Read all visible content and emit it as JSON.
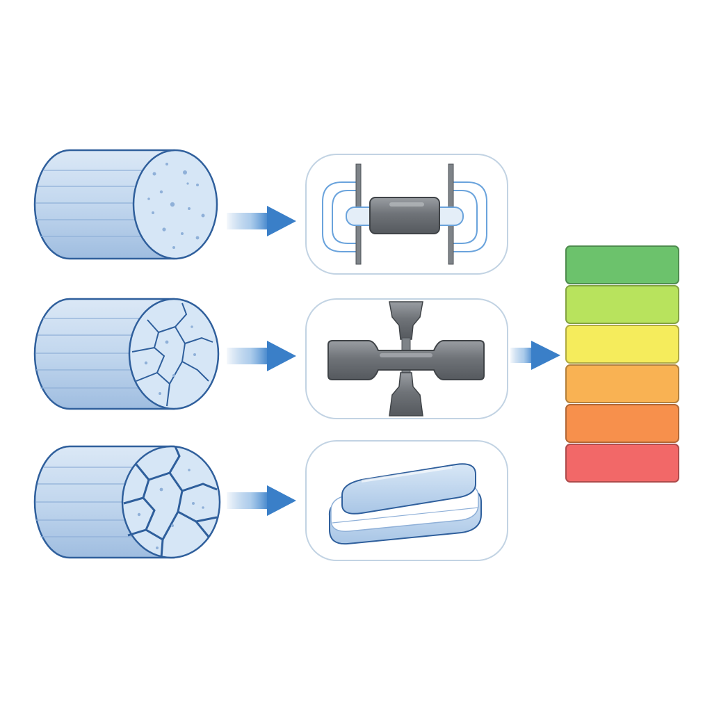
{
  "diagram": {
    "samples": [
      {
        "id": "sample-intact",
        "crack_level": "none"
      },
      {
        "id": "sample-cracked",
        "crack_level": "moderate"
      },
      {
        "id": "sample-heavily-cracked",
        "crack_level": "severe"
      }
    ],
    "tests": [
      {
        "id": "test-rig",
        "icon": "test-fixture-icon"
      },
      {
        "id": "tensile-specimen",
        "icon": "dogbone-specimen-icon"
      },
      {
        "id": "laminated-slab",
        "icon": "layered-slab-icon"
      }
    ],
    "scale": {
      "levels": 6,
      "colors": [
        "#6cc26c",
        "#b8e35d",
        "#f5ec5c",
        "#f9b253",
        "#f7904c",
        "#f26868"
      ]
    },
    "colors": {
      "accent": "#3a7fc8",
      "sample_fill": "#c7daf0",
      "sample_stroke": "#2f5f9c",
      "panel_stroke": "#c2d3e3",
      "metal": "#6f7378"
    }
  }
}
